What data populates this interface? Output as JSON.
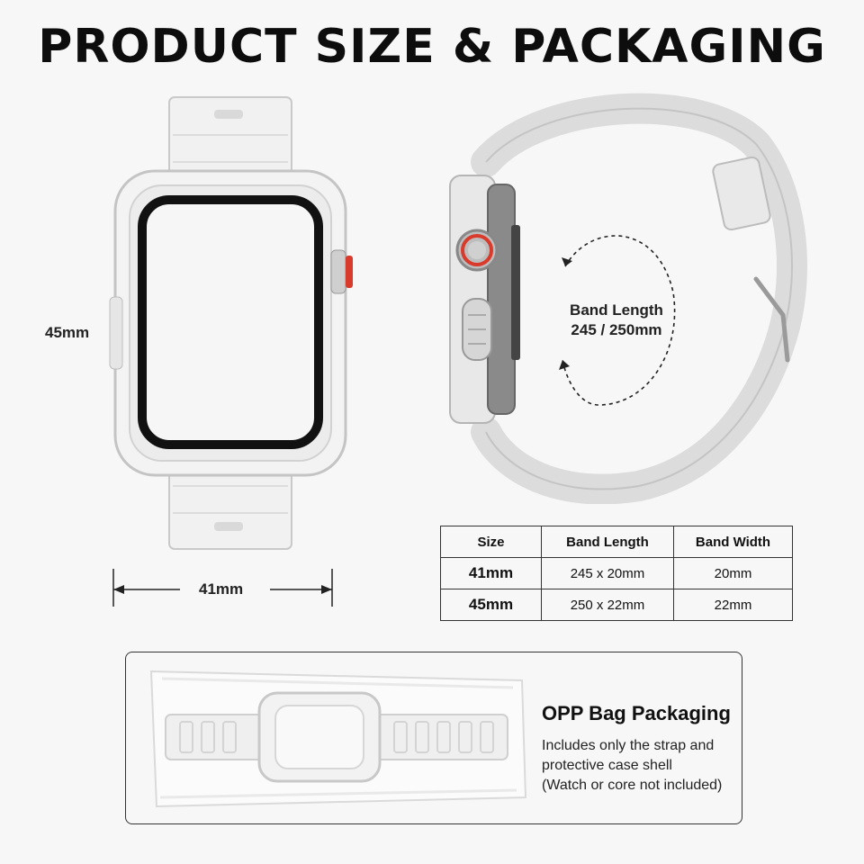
{
  "title": "PRODUCT SIZE & PACKAGING",
  "dimensions": {
    "height_label": "45mm",
    "width_label": "41mm"
  },
  "band_length": {
    "line1": "Band Length",
    "line2": "245 / 250mm"
  },
  "size_table": {
    "headers": [
      "Size",
      "Band Length",
      "Band Width"
    ],
    "rows": [
      [
        "41mm",
        "245 x 20mm",
        "20mm"
      ],
      [
        "45mm",
        "250 x 22mm",
        "22mm"
      ]
    ]
  },
  "packaging": {
    "title": "OPP Bag Packaging",
    "desc_lines": [
      "Includes only the strap and",
      "protective case shell",
      "(Watch or core not included)"
    ]
  },
  "colors": {
    "accent_crown": "#d83a2c",
    "screen_border": "#111111",
    "text": "#111111",
    "background": "#f7f7f7"
  }
}
